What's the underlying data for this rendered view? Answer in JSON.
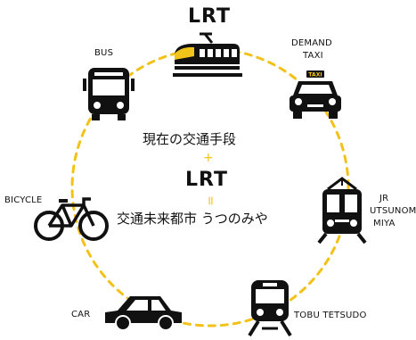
{
  "diagram": {
    "top_title": "LRT",
    "modes": {
      "bus": "BUS",
      "demand_taxi_line1": "DEMAND",
      "demand_taxi_line2": "TAXI",
      "jr_line1": "JR",
      "jr_line2": "UTSUNOMIYA",
      "jr_line3": "MIYA",
      "bicycle": "BICYCLE",
      "car": "CAR",
      "tobu": "TOBU TETSUDO"
    },
    "center": {
      "line1": "現在の交通手段",
      "plus": "+",
      "lrt": "LRT",
      "equals": "=",
      "line2": "交通未来都市 うつのみや"
    },
    "taxi_sign": "TAXI"
  },
  "colors": {
    "ring": "#f2c218",
    "accent": "#f0c419",
    "ink": "#111111"
  }
}
